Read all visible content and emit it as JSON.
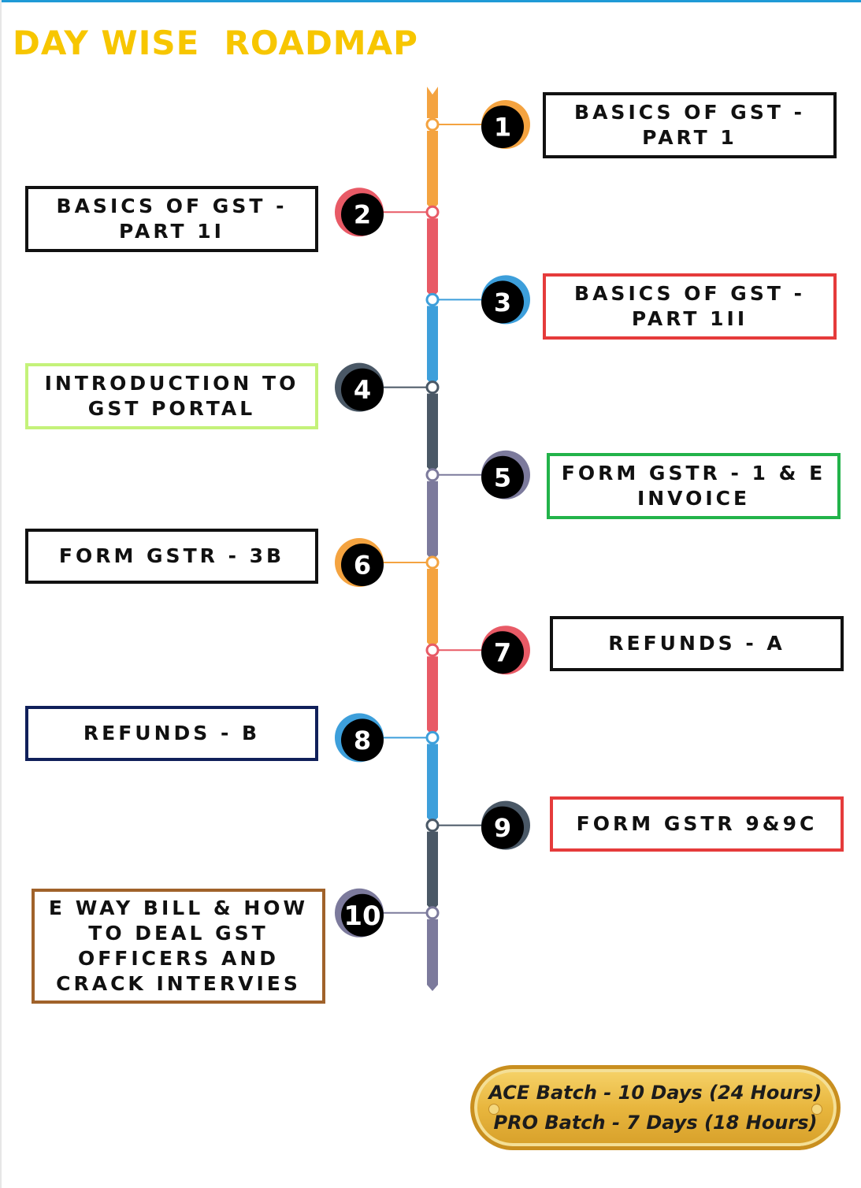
{
  "title": "DAY WISE  ROADMAP",
  "steps": [
    {
      "number": "1",
      "lines": [
        "BASICS OF GST -",
        "PART 1"
      ],
      "side": "right",
      "color": "#f4a340",
      "border": "#111111"
    },
    {
      "number": "2",
      "lines": [
        "BASICS OF GST -",
        "PART 1I"
      ],
      "side": "left",
      "color": "#e85a66",
      "border": "#111111"
    },
    {
      "number": "3",
      "lines": [
        "BASICS OF GST -",
        "PART 1II"
      ],
      "side": "right",
      "color": "#3d9fdb",
      "border": "#e53b3b"
    },
    {
      "number": "4",
      "lines": [
        "INTRODUCTION TO",
        "GST PORTAL"
      ],
      "side": "left",
      "color": "#4a5866",
      "border": "#c4f27a"
    },
    {
      "number": "5",
      "lines": [
        "FORM GSTR - 1 & E",
        "INVOICE"
      ],
      "side": "right",
      "color": "#7c7a9c",
      "border": "#22b34a"
    },
    {
      "number": "6",
      "lines": [
        "FORM GSTR - 3B"
      ],
      "side": "left",
      "color": "#f4a340",
      "border": "#111111"
    },
    {
      "number": "7",
      "lines": [
        "REFUNDS - A"
      ],
      "side": "right",
      "color": "#e85a66",
      "border": "#111111"
    },
    {
      "number": "8",
      "lines": [
        "REFUNDS - B"
      ],
      "side": "left",
      "color": "#3d9fdb",
      "border": "#10205a"
    },
    {
      "number": "9",
      "lines": [
        "FORM GSTR 9&9C"
      ],
      "side": "right",
      "color": "#4a5866",
      "border": "#e53b3b"
    },
    {
      "number": "10",
      "lines": [
        "E WAY BILL & HOW",
        "TO DEAL GST",
        "OFFICERS AND",
        "CRACK INTERVIES"
      ],
      "side": "left",
      "color": "#7c7a9c",
      "border": "#a0622a"
    }
  ],
  "badge": {
    "line1": "ACE Batch - 10 Days (24 Hours)",
    "line2": "PRO Batch - 7 Days (18 Hours)"
  }
}
